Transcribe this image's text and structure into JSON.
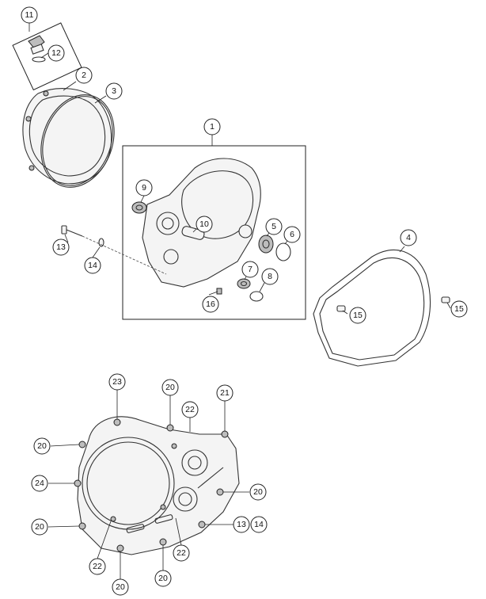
{
  "callouts": {
    "c1": "1",
    "c2": "2",
    "c3": "3",
    "c4": "4",
    "c5": "5",
    "c6": "6",
    "c7": "7",
    "c8": "8",
    "c9": "9",
    "c10": "10",
    "c11": "11",
    "c12": "12",
    "c13": "13",
    "c14": "14",
    "c15": "15",
    "c16": "16",
    "c20": "20",
    "c21": "21",
    "c22": "22",
    "c23": "23",
    "c24": "24"
  }
}
